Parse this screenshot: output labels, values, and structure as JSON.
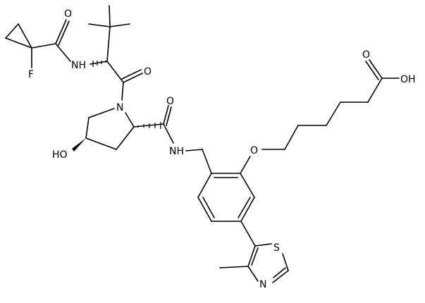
{
  "atoms": {
    "fluorine": "F",
    "amide_nh_top": "NH",
    "o_cyclopropyl_amide": "O",
    "o_acyl": "O",
    "n_pyrrolidine": "N",
    "o_prolinamide": "O",
    "amide_nh_mid": "NH",
    "hydroxyl": "HO",
    "ether_o": "O",
    "acid_o": "O",
    "acid_oh": "OH",
    "thiazole_s": "S",
    "thiazole_n": "N"
  },
  "colors": {
    "bond": "#000000",
    "label": "#000000",
    "background": "#ffffff"
  }
}
